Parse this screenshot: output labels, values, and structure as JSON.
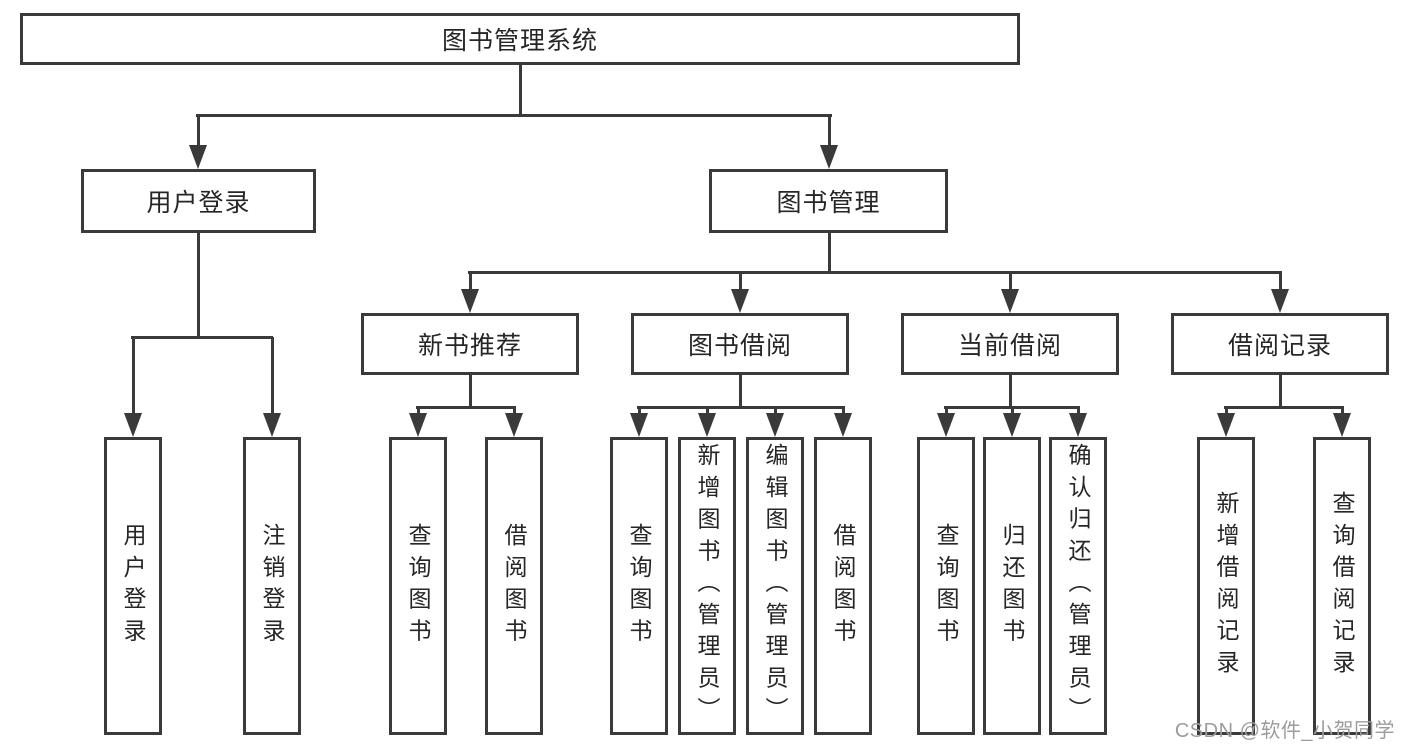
{
  "diagram": {
    "root": {
      "label": "图书管理系统"
    },
    "level2": [
      {
        "label": "用户登录"
      },
      {
        "label": "图书管理"
      }
    ],
    "level3": [
      {
        "label": "新书推荐"
      },
      {
        "label": "图书借阅"
      },
      {
        "label": "当前借阅"
      },
      {
        "label": "借阅记录"
      }
    ],
    "leaves": {
      "user_login": [
        "用户登录",
        "注销登录"
      ],
      "new_book_recommend": [
        "查询图书",
        "借阅图书"
      ],
      "book_borrow": [
        "查询图书",
        "新增图书（管理员）",
        "编辑图书（管理员）",
        "借阅图书"
      ],
      "current_borrow": [
        "查询图书",
        "归还图书",
        "确认归还（管理员）"
      ],
      "borrow_records": [
        "新增借阅记录",
        "查询借阅记录"
      ]
    },
    "colors": {
      "line": "#3a3a3a",
      "text": "#262626",
      "background": "#ffffff"
    }
  },
  "watermark": {
    "text": "CSDN @软件_小贺同学",
    "color": "#9c9c9c"
  }
}
